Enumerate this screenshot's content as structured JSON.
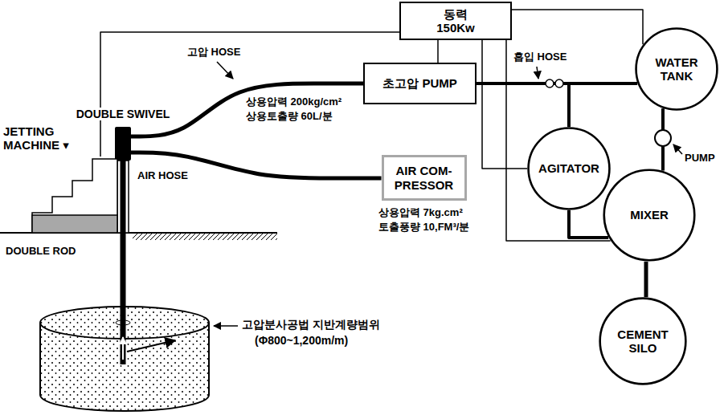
{
  "diagram": {
    "nodes": [
      {
        "text": [
          "동력 150Kw"
        ]
      },
      {
        "text": [
          "초고압 PUMP"
        ]
      },
      {
        "text": [
          "WATER TANK"
        ]
      },
      {
        "text": [
          "AGITATOR"
        ]
      },
      {
        "text": [
          "MIXER"
        ]
      },
      {
        "text": [
          "CEMENT SILO"
        ]
      },
      {
        "text": [
          "AIR COM- PRESSOR"
        ]
      },
      {
        "text": [
          "DOUBLE SWIVEL"
        ]
      },
      {
        "text": [
          "JETTING MACHINE ▾"
        ]
      }
    ],
    "edges": [
      {
        "from": 0,
        "to": 8,
        "arrow": "none"
      },
      {
        "from": 0,
        "to": 1,
        "arrow": "none"
      },
      {
        "from": 0,
        "to": 3,
        "arrow": "none"
      },
      {
        "from": 0,
        "to": 4,
        "arrow": "none"
      },
      {
        "from": 0,
        "to": 2,
        "arrow": "none"
      },
      {
        "from": 7,
        "to": 1,
        "arrow": "none"
      },
      {
        "from": 7,
        "to": 6,
        "arrow": "none"
      },
      {
        "from": 1,
        "to": 2,
        "arrow": "none"
      },
      {
        "from": 3,
        "to": 1,
        "arrow": "none"
      },
      {
        "from": 3,
        "to": 4,
        "arrow": "none"
      },
      {
        "from": 2,
        "to": 4,
        "arrow": "none"
      },
      {
        "from": 4,
        "to": 5,
        "arrow": "none"
      }
    ],
    "labels": [
      "고압 HOSE",
      "상용압력 200kg/cm²",
      "상용토출량 60L/분",
      "흡입 HOSE",
      "AIR HOSE",
      "상용압력 7kg.cm²",
      "토출풍량 10,FM³/분",
      "PUMP",
      "DOUBLE ROD",
      "고압분사공법 지반계량범위",
      "(Φ800~1,200m/m)"
    ]
  }
}
